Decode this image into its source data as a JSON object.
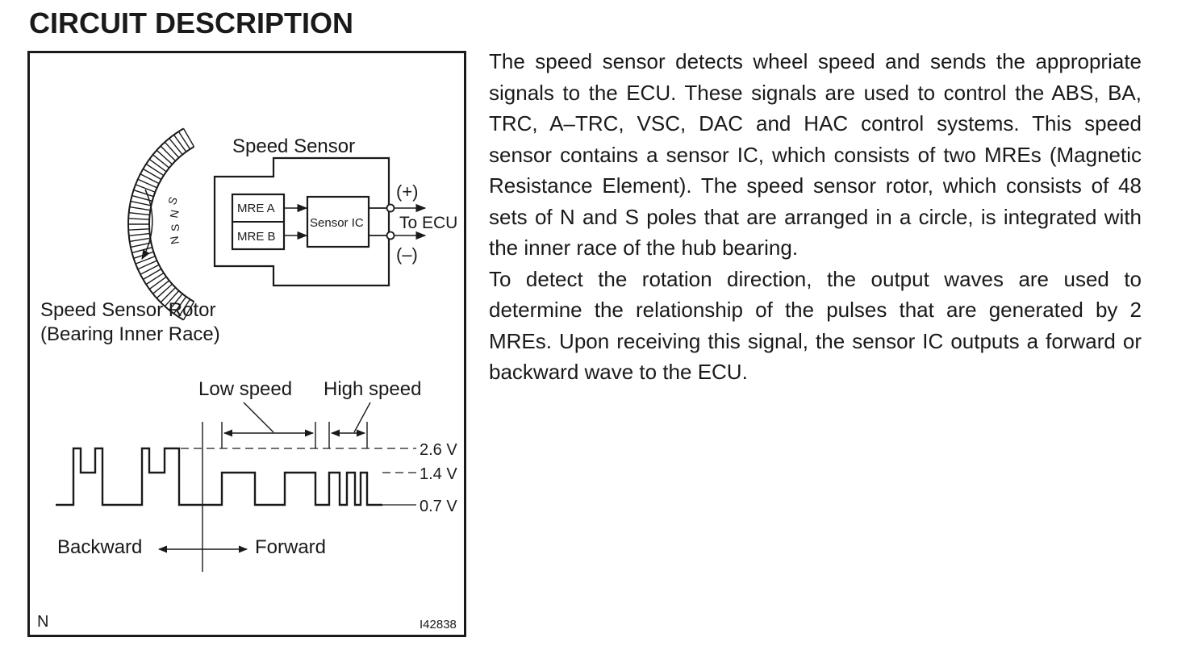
{
  "page": {
    "title": "CIRCUIT DESCRIPTION"
  },
  "figure": {
    "speed_sensor_label": "Speed Sensor",
    "rotor_label_line1": "Speed Sensor Rotor",
    "rotor_label_line2": "(Bearing Inner Race)",
    "rotor_poles": [
      "S",
      "N",
      "S",
      "N"
    ],
    "mre_a_label": "MRE A",
    "mre_b_label": "MRE B",
    "sensor_ic_label": "Sensor IC",
    "plus_label": "(+)",
    "minus_label": "(–)",
    "to_ecu_label": "To ECU",
    "low_speed_label": "Low speed",
    "high_speed_label": "High speed",
    "voltage_high": "2.6 V",
    "voltage_mid": "1.4 V",
    "voltage_low": "0.7 V",
    "backward_label": "Backward",
    "forward_label": "Forward",
    "corner_code": "N",
    "figure_id": "I42838"
  },
  "description": {
    "paragraph1": "The speed sensor detects wheel speed and sends the ap­propriate signals to the ECU. These signals are used to control the ABS, BA, TRC, A–TRC, VSC, DAC and HAC control sys­tems. This speed sensor contains a sensor IC, which consists of two MREs (Magnetic Resistance Element). The speed sen­sor rotor, which consists of 48 sets of N and S poles that are ar­ranged in a circle, is integrated with the inner race of the hub bearing.",
    "paragraph2": "To detect the rotation direction, the output waves are used to determine the relationship of the pulses that are generated by 2 MREs. Upon receiving this signal, the sensor IC outputs a for­ward or backward wave to the ECU."
  }
}
